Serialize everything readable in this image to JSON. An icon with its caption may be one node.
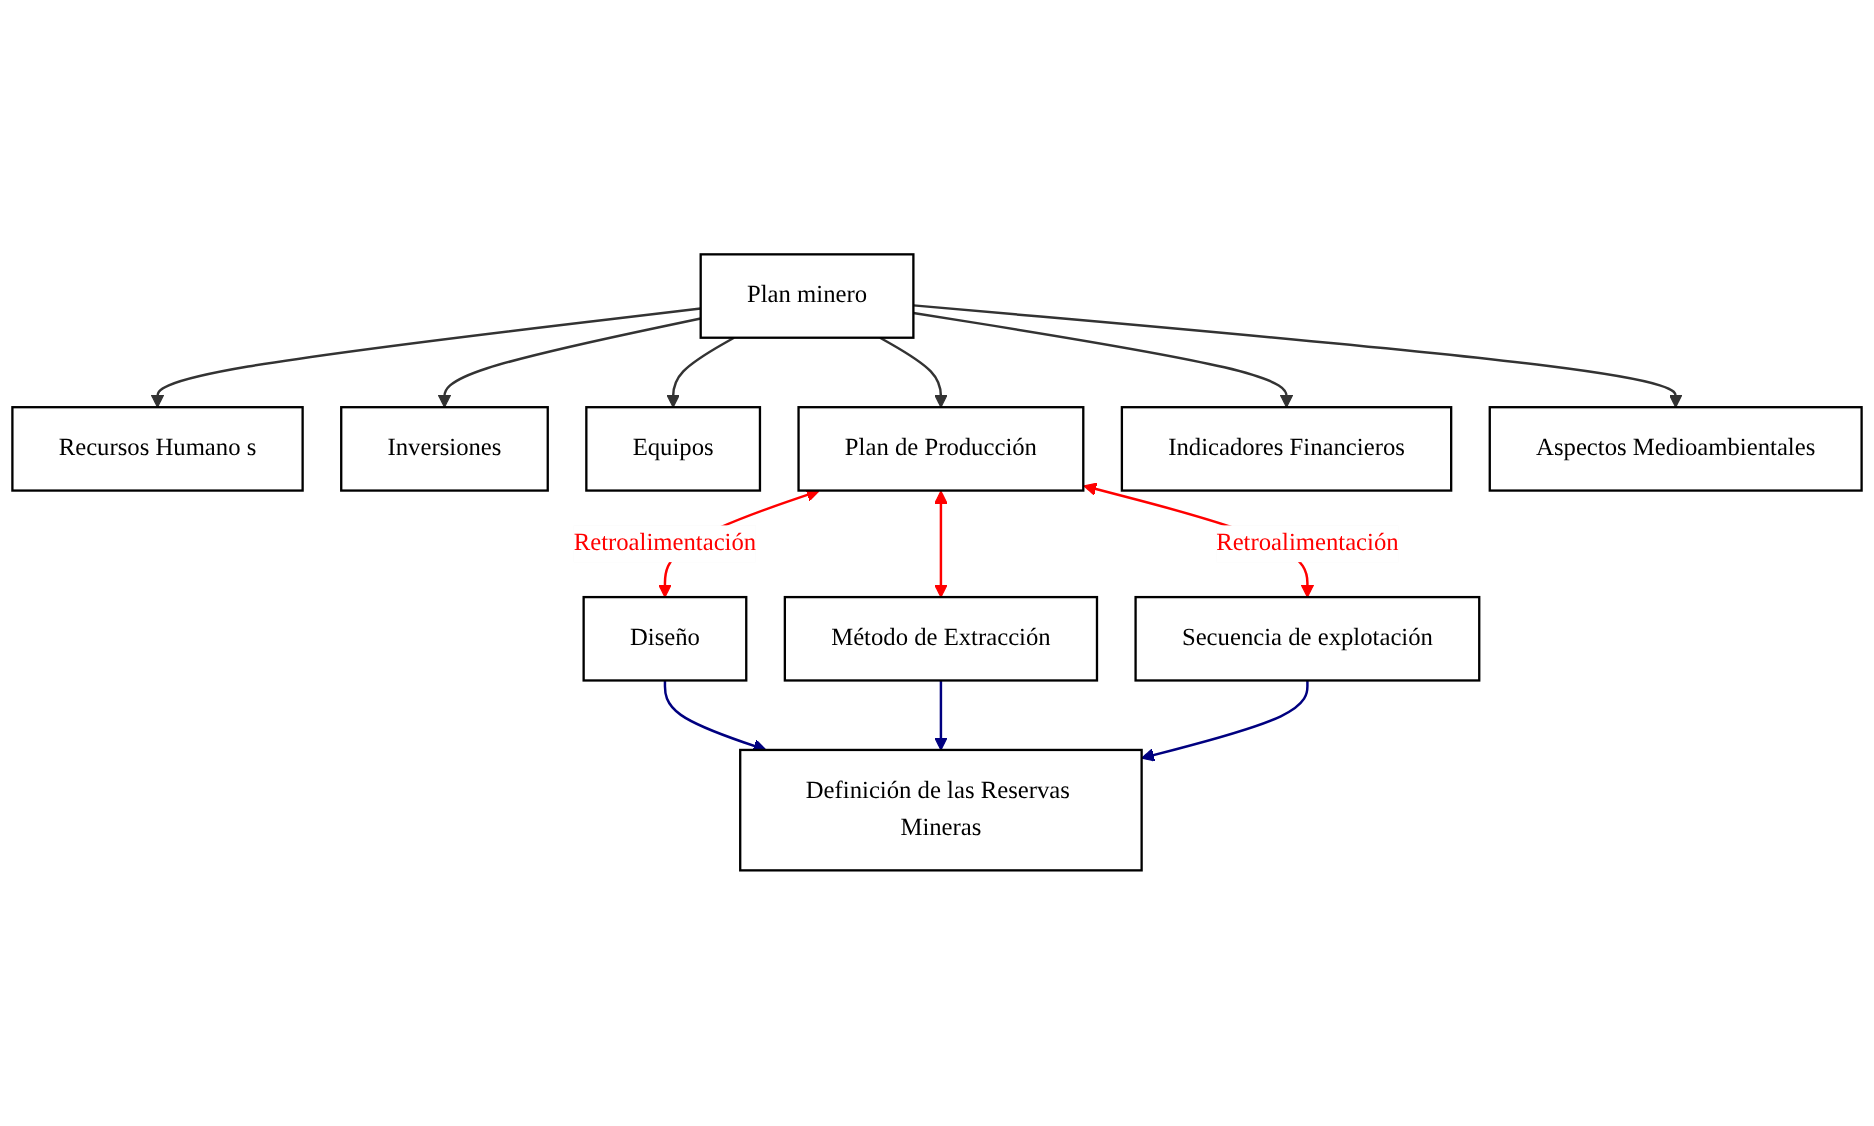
{
  "diagram": {
    "nodes": [
      {
        "text": [
          "Plan minero"
        ]
      },
      {
        "text": [
          "Recursos Humano s"
        ]
      },
      {
        "text": [
          "Inversiones"
        ]
      },
      {
        "text": [
          "Equipos"
        ]
      },
      {
        "text": [
          "Plan de Producción"
        ]
      },
      {
        "text": [
          "Indicadores Financieros"
        ]
      },
      {
        "text": [
          "Aspectos Medioambientales"
        ]
      },
      {
        "text": [
          "Diseño"
        ]
      },
      {
        "text": [
          "Método de Extracción"
        ]
      },
      {
        "text": [
          "Secuencia de explotación"
        ]
      },
      {
        "text": [
          "Definición de las Reservas Mineras"
        ]
      }
    ],
    "edges": [
      {
        "from": 0,
        "to": 1,
        "arrow": "to"
      },
      {
        "from": 0,
        "to": 2,
        "arrow": "to"
      },
      {
        "from": 0,
        "to": 3,
        "arrow": "to"
      },
      {
        "from": 0,
        "to": 4,
        "arrow": "to"
      },
      {
        "from": 0,
        "to": 5,
        "arrow": "to"
      },
      {
        "from": 0,
        "to": 6,
        "arrow": "to"
      },
      {
        "from": 4,
        "to": 7,
        "arrow": "both",
        "color": "#ff0000",
        "label": "Retroalimentación"
      },
      {
        "from": 4,
        "to": 8,
        "arrow": "both",
        "color": "#ff0000"
      },
      {
        "from": 4,
        "to": 9,
        "arrow": "both",
        "color": "#ff0000",
        "label": "Retroalimentación"
      },
      {
        "from": 7,
        "to": 10,
        "arrow": "to",
        "color": "#000080"
      },
      {
        "from": 8,
        "to": 10,
        "arrow": "to",
        "color": "#000080"
      },
      {
        "from": 9,
        "to": 10,
        "arrow": "to",
        "color": "#000080"
      }
    ]
  }
}
